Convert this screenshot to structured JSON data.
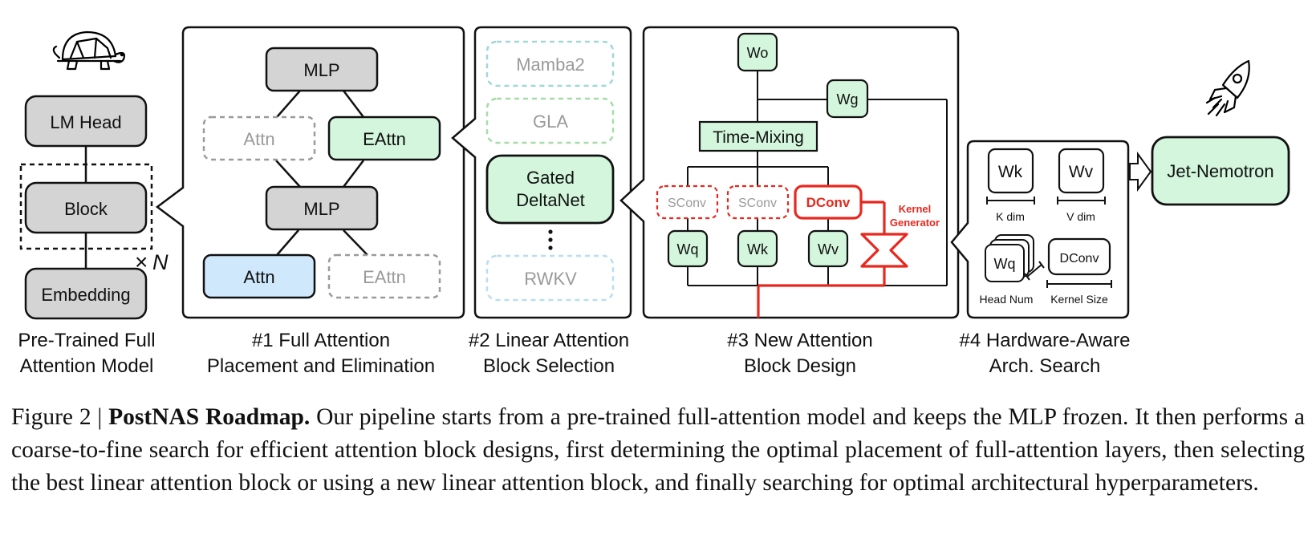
{
  "colors": {
    "gray_fill": "#d4d4d4",
    "green_fill": "#d3f6dc",
    "blue_fill": "#cfe8fb",
    "red": "#e8281e",
    "dashed_gray": "#9b9b9b",
    "dashed_teal": "#9fd8d6",
    "dashed_green": "#a6dca7",
    "dashed_blue": "#b9def0",
    "faded_text": "#9a9a9a"
  },
  "icons": [
    "turtle-icon",
    "rocket-icon",
    "hollow-arrow-icon"
  ],
  "model": {
    "lm_head": "LM Head",
    "block": "Block",
    "embedding": "Embedding",
    "repeat": "×",
    "repeat_n": "N",
    "caption_line1": "Pre-Trained Full",
    "caption_line2": "Attention Model"
  },
  "step1": {
    "mlp_top": "MLP",
    "attn_faded": "Attn",
    "eattn": "EAttn",
    "mlp_mid": "MLP",
    "attn": "Attn",
    "eattn_faded": "EAttn",
    "caption_line1": "#1 Full Attention",
    "caption_line2": "Placement and Elimination"
  },
  "step2": {
    "mamba2": "Mamba2",
    "gla": "GLA",
    "gated_line1": "Gated",
    "gated_line2": "DeltaNet",
    "dots": "⋮",
    "rwkv": "RWKV",
    "caption_line1": "#2 Linear Attention",
    "caption_line2": "Block Selection"
  },
  "step3": {
    "wo": "Wo",
    "wg": "Wg",
    "time_mixing": "Time-Mixing",
    "sconv1": "SConv",
    "sconv2": "SConv",
    "dconv": "DConv",
    "kernel_line1": "Kernel",
    "kernel_line2": "Generator",
    "wq": "Wq",
    "wk": "Wk",
    "wv": "Wv",
    "caption_line1": "#3 New Attention",
    "caption_line2": "Block Design"
  },
  "step4": {
    "wk": "Wk",
    "wv": "Wv",
    "k_dim": "K dim",
    "v_dim": "V dim",
    "wq": "Wq",
    "dconv": "DConv",
    "head_num": "Head Num",
    "kernel_size": "Kernel Size",
    "caption_line1": "#4 Hardware-Aware",
    "caption_line2": "Arch. Search"
  },
  "result": {
    "label": "Jet-Nemotron"
  },
  "caption": {
    "figure_label": "Figure 2 |",
    "title": "PostNAS Roadmap.",
    "body": "Our pipeline starts from a pre-trained full-attention model and keeps the MLP frozen. It then performs a coarse-to-fine search for efficient attention block designs, first determining the optimal placement of full-attention layers, then selecting the best linear attention block or using a new linear attention block, and finally searching for optimal architectural hyperparameters."
  }
}
